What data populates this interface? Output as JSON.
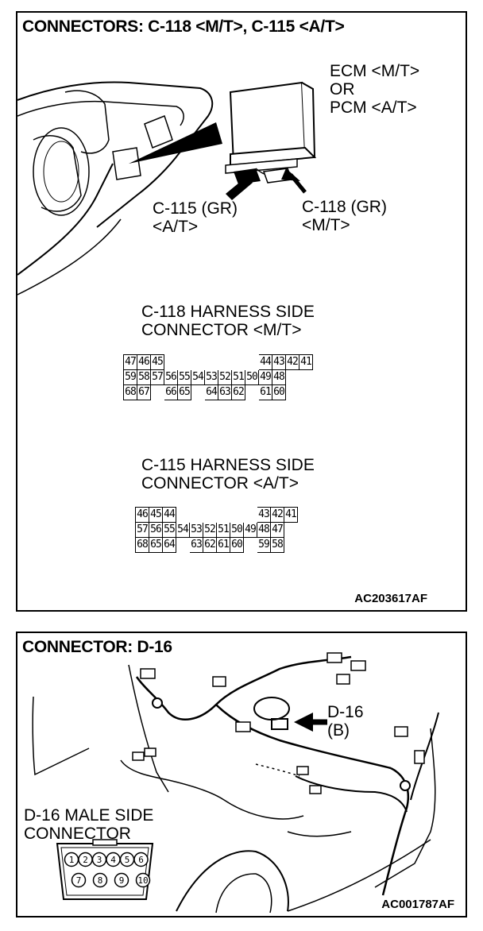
{
  "top_panel": {
    "title": "CONNECTORS: C-118 <M/T>, C-115 <A/T>",
    "ecm_label": [
      "ECM <M/T>",
      "OR",
      "PCM <A/T>"
    ],
    "c115_label": [
      "C-115 (GR)",
      "<A/T>"
    ],
    "c118_label": [
      "C-118 (GR)",
      "<M/T>"
    ],
    "c118_heading": [
      "C-118 HARNESS SIDE",
      "CONNECTOR <M/T>"
    ],
    "c115_heading": [
      "C-115 HARNESS SIDE",
      "CONNECTOR <A/T>"
    ],
    "c118_rows": [
      [
        "47",
        "46",
        "45",
        "",
        "",
        "",
        "",
        "",
        "",
        "",
        "44",
        "43",
        "42",
        "41"
      ],
      [
        "59",
        "58",
        "57",
        "56",
        "55",
        "54",
        "53",
        "52",
        "51",
        "50",
        "49",
        "48"
      ],
      [
        "68",
        "67",
        "",
        "66",
        "65",
        "",
        "64",
        "63",
        "62",
        "",
        "61",
        "60"
      ]
    ],
    "c115_rows": [
      [
        "46",
        "45",
        "44",
        "",
        "",
        "",
        "",
        "",
        "",
        "43",
        "42",
        "41"
      ],
      [
        "57",
        "56",
        "55",
        "54",
        "53",
        "52",
        "51",
        "50",
        "49",
        "48",
        "47"
      ],
      [
        "68",
        "65",
        "64",
        "",
        "63",
        "62",
        "61",
        "60",
        "",
        "59",
        "58"
      ]
    ],
    "code": "AC203617AF"
  },
  "bottom_panel": {
    "title": "CONNECTOR: D-16",
    "d16_label": [
      "D-16",
      "(B)"
    ],
    "male_side_label": [
      "D-16 MALE SIDE",
      "CONNECTOR"
    ],
    "pins_top": [
      "1",
      "2",
      "3",
      "4",
      "5",
      "6"
    ],
    "pins_bottom": [
      "7",
      "8",
      "9",
      "10"
    ],
    "code": "AC001787AF"
  }
}
